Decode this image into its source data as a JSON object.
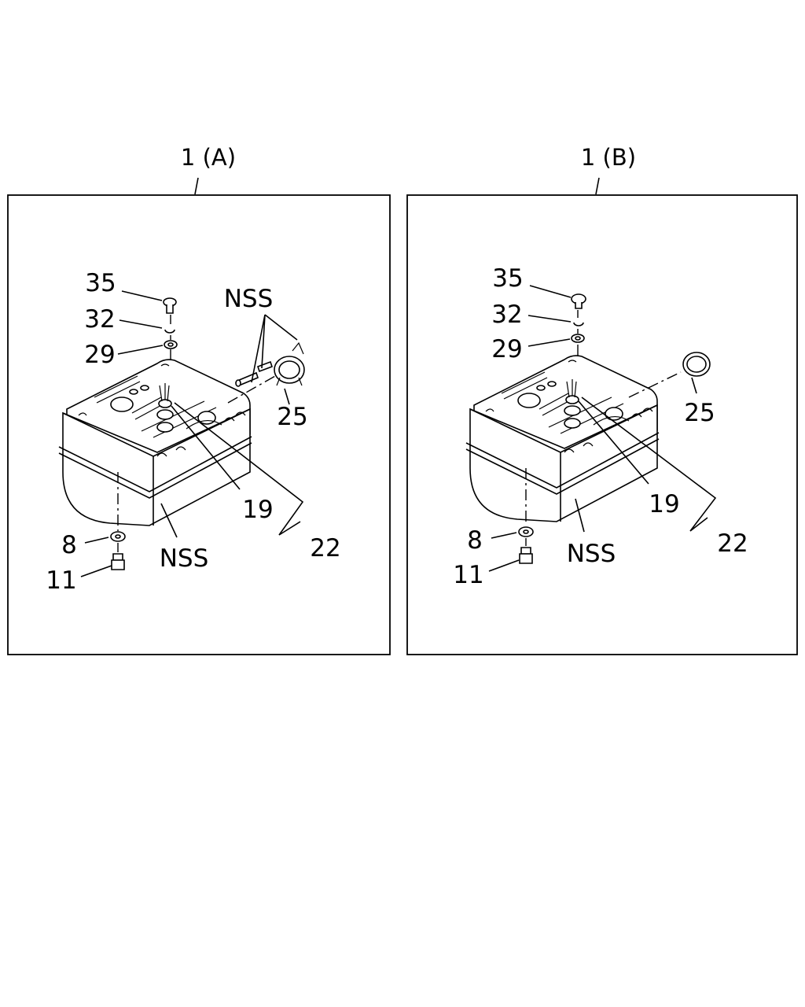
{
  "panels": [
    {
      "id": "A",
      "title": "1 (A)",
      "labels": {
        "p35": "35",
        "p32": "32",
        "p29": "29",
        "nss_top": "NSS",
        "p25": "25",
        "p19": "19",
        "p22": "22",
        "p8": "8",
        "p11": "11",
        "nss_bottom": "NSS"
      }
    },
    {
      "id": "B",
      "title": "1 (B)",
      "labels": {
        "p35": "35",
        "p32": "32",
        "p29": "29",
        "p25": "25",
        "p19": "19",
        "p22": "22",
        "p8": "8",
        "p11": "11",
        "nss_bottom": "NSS"
      }
    }
  ]
}
